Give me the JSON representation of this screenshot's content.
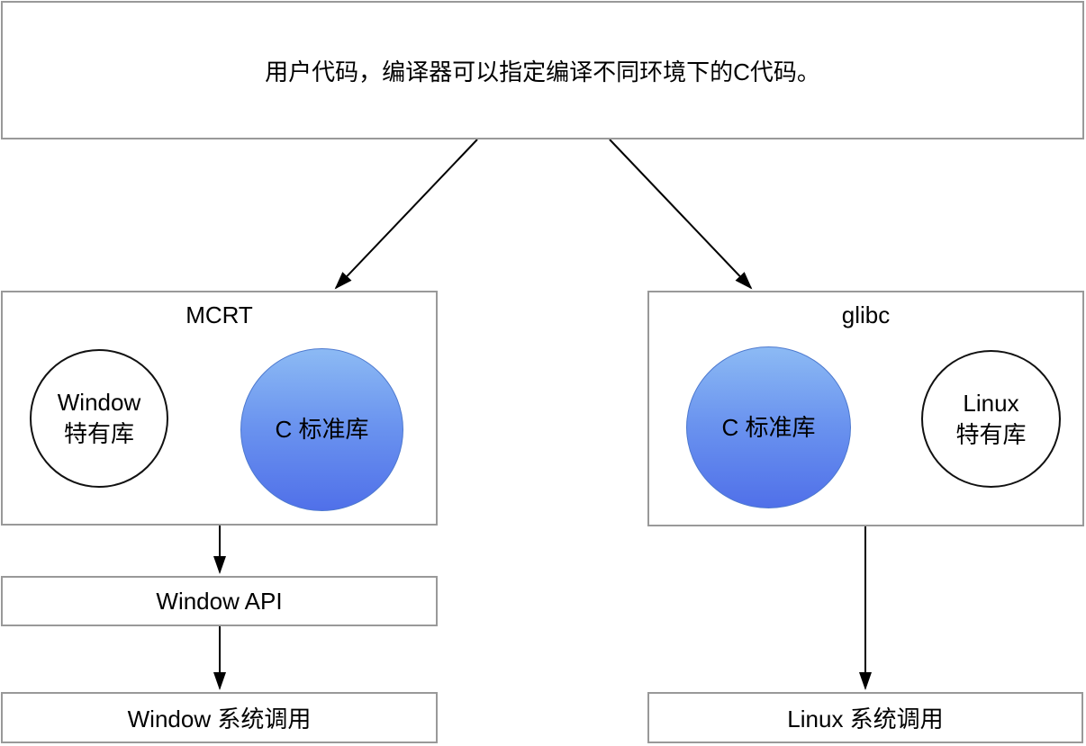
{
  "diagram": {
    "top_box": {
      "text": "用户代码，编译器可以指定编译不同环境下的C代码。"
    },
    "mcrt": {
      "title": "MCRT",
      "white_circle": {
        "line1": "Window",
        "line2": "特有库"
      },
      "blue_circle": {
        "label": "C 标准库"
      }
    },
    "glibc": {
      "title": "glibc",
      "blue_circle": {
        "label": "C 标准库"
      },
      "white_circle": {
        "line1": "Linux",
        "line2": "特有库"
      }
    },
    "window_api_box": {
      "text": "Window API"
    },
    "window_syscall_box": {
      "text": "Window 系统调用"
    },
    "linux_syscall_box": {
      "text": "Linux 系统调用"
    },
    "colors": {
      "box_border_gray": "#999999",
      "circle_border_black": "#111111",
      "blue_gradient_top": "#8cbaf4",
      "blue_gradient_bottom": "#5070e9",
      "arrow_black": "#000000"
    }
  }
}
